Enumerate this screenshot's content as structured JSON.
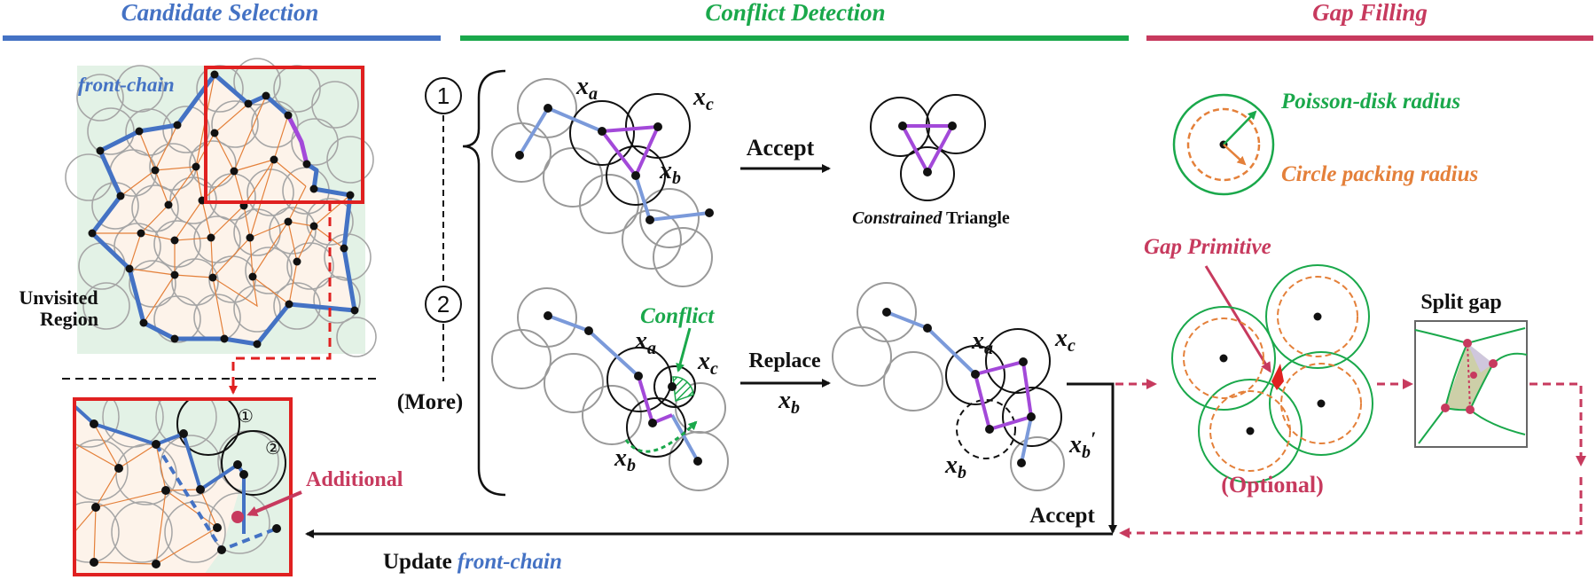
{
  "sections": {
    "candidate": {
      "title": "Candidate Selection",
      "color": "#4472C4"
    },
    "conflict": {
      "title": "Conflict Detection",
      "color": "#1AA84B"
    },
    "gap": {
      "title": "Gap Filling",
      "color": "#C73A5E"
    }
  },
  "candidate": {
    "front_chain": "front-chain",
    "unvisited_line1": "Unvisited",
    "unvisited_line2": "Region",
    "additional": "Additional",
    "zoom_mark_1": "①",
    "zoom_mark_2": "②"
  },
  "conflict": {
    "step1": "①",
    "step2": "②",
    "more": "(More)",
    "xa": "x",
    "xa_sub": "a",
    "xb": "x",
    "xb_sub": "b",
    "xc": "x",
    "xc_sub": "c",
    "xb_prime_sub": "b",
    "prime": "′",
    "accept": "Accept",
    "constrained_italic": "Constrained",
    "constrained_rest": " Triangle",
    "conflict_label": "Conflict",
    "replace": "Replace",
    "accept_bottom": "Accept",
    "update": "Update",
    "update_italic": "front-chain"
  },
  "gap": {
    "poisson": "Poisson-disk radius",
    "circle_packing": "Circle packing radius",
    "gap_primitive": "Gap Primitive",
    "split_gap": "Split gap",
    "optional": "(Optional)"
  },
  "colors": {
    "blue": "#4472C4",
    "green": "#1AA84B",
    "crimson": "#C73A5E",
    "purple": "#A349D9",
    "orange": "#E4803A",
    "red": "#E02020",
    "mesh_bg": "#FDF3EA",
    "region_bg": "#E3F2E6"
  }
}
